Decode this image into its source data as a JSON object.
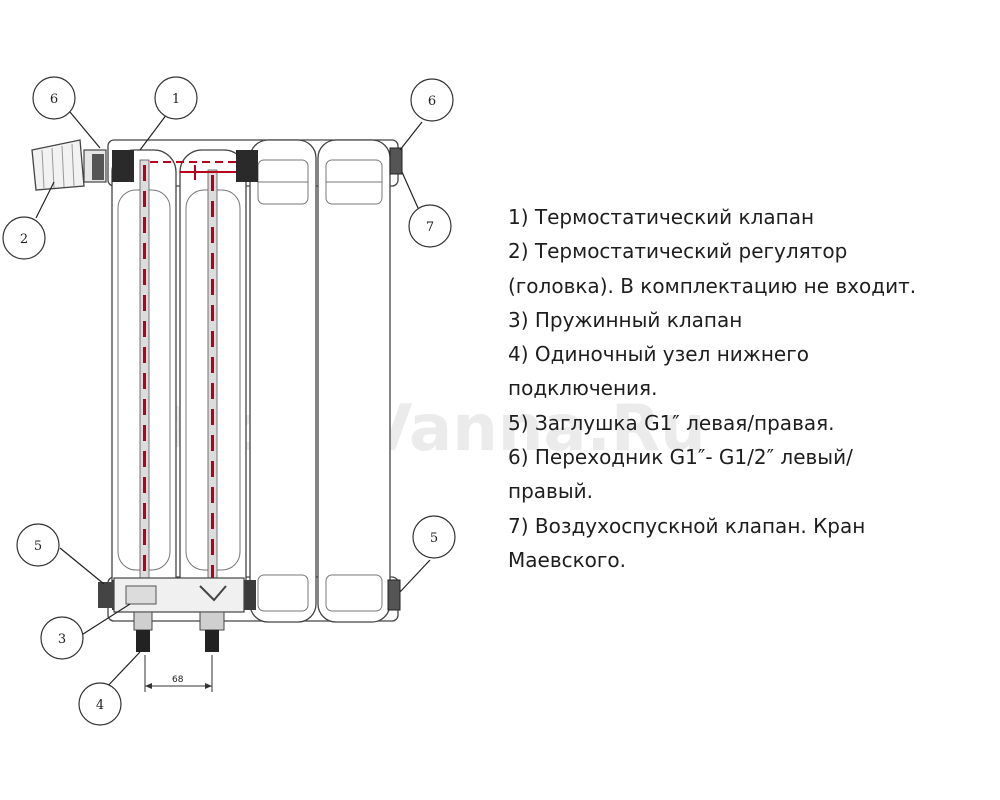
{
  "callouts": {
    "c1": "1",
    "c2": "2",
    "c3": "3",
    "c4": "4",
    "c5_left": "5",
    "c5_right": "5",
    "c6_left": "6",
    "c6_right": "6",
    "c7": "7"
  },
  "dimension_label": "68",
  "watermark": "DizainVanna.Ru",
  "legend": {
    "lines": [
      "1) Термостатический клапан",
      "2) Термостатический регулятор",
      "(головка). В комплектацию не входит.",
      "3) Пружинный клапан",
      "4) Одиночный узел нижнего",
      "подключения.",
      "5) Заглушка G1″ левая/правая.",
      "6) Переходник G1″- G1/2″ левый/",
      "правый.",
      "7) Воздухоспускной клапан. Кран",
      "Маевского."
    ]
  },
  "colors": {
    "pipe_accent": "#b8001c",
    "outline": "#444444",
    "text": "#1e1e1e"
  }
}
